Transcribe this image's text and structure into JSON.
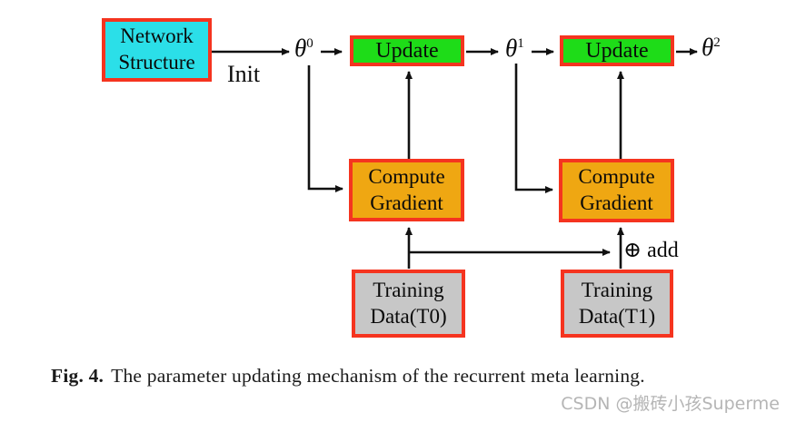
{
  "diagram": {
    "boxes": {
      "network_structure": {
        "label": "Network Structure",
        "fill": "#2bdfe8"
      },
      "update1": {
        "label": "Update",
        "fill": "#1edc18"
      },
      "update2": {
        "label": "Update",
        "fill": "#1edc18"
      },
      "compute_gradient1": {
        "label": "Compute Gradient",
        "fill": "#efa712"
      },
      "compute_gradient2": {
        "label": "Compute Gradient",
        "fill": "#efa712"
      },
      "training_data_t0": {
        "label": "Training Data(T0)",
        "fill": "#c7c7c7"
      },
      "training_data_t1": {
        "label": "Training Data(T1)",
        "fill": "#c7c7c7"
      }
    },
    "labels": {
      "init": "Init",
      "theta0": {
        "base": "θ",
        "sup": "0"
      },
      "theta1": {
        "base": "θ",
        "sup": "1"
      },
      "theta2": {
        "base": "θ",
        "sup": "2"
      },
      "add": "⊕ add"
    },
    "colors": {
      "box_border": "#f5341f",
      "arrow": "#111111"
    }
  },
  "caption": {
    "label": "Fig. 4.",
    "text": "The parameter updating mechanism of the recurrent meta learning."
  },
  "watermark": "CSDN @搬砖小孩Superme"
}
